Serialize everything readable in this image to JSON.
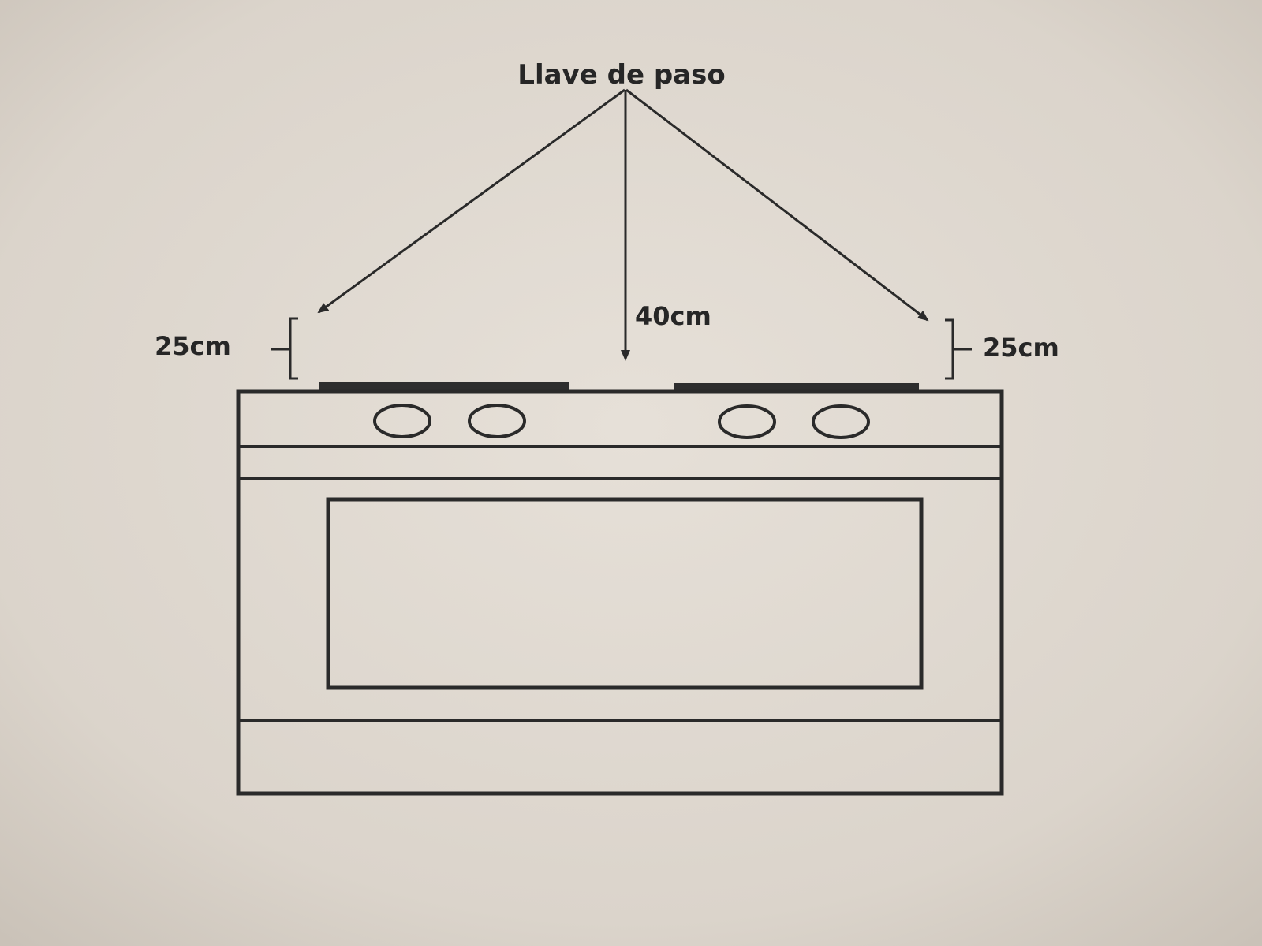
{
  "diagram": {
    "title": "Llave de paso",
    "left_clearance": "25cm",
    "center_clearance": "40cm",
    "right_clearance": "25cm"
  },
  "colors": {
    "paper": "#dcd5cc",
    "ink": "#2a2a2a"
  }
}
